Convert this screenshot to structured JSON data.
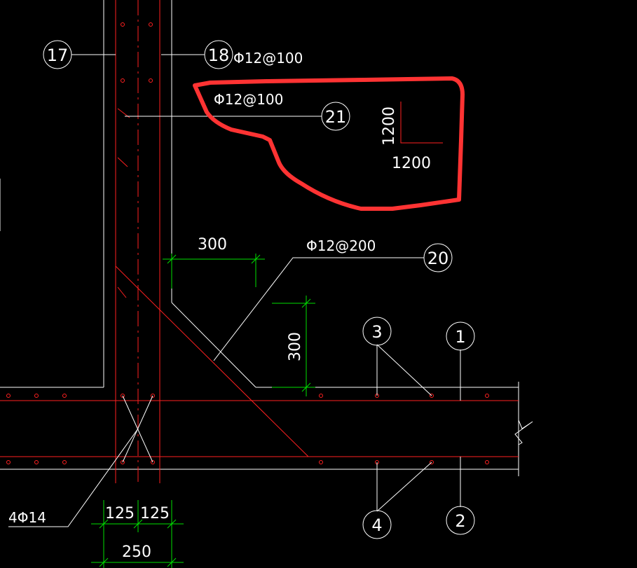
{
  "colors": {
    "background": "#000000",
    "line": "#ffffff",
    "rebar": "#ff2020",
    "dimension": "#00e000",
    "highlight": "#ff3333"
  },
  "callouts": {
    "c17": "17",
    "c18": "18",
    "c21": "21",
    "c20": "20",
    "c3": "3",
    "c1": "1",
    "c4": "4",
    "c2": "2"
  },
  "labels": {
    "rebar_18": "Φ12@100",
    "rebar_21": "Φ12@100",
    "rebar_20": "Φ12@200",
    "rebar_bottom_left": "4Φ14"
  },
  "dimensions": {
    "haunch_horizontal": "300",
    "haunch_vertical": "300",
    "half_left": "125",
    "half_right": "125",
    "total_width": "250"
  },
  "haunch_legend": {
    "vertical": "1200",
    "horizontal": "1200"
  }
}
